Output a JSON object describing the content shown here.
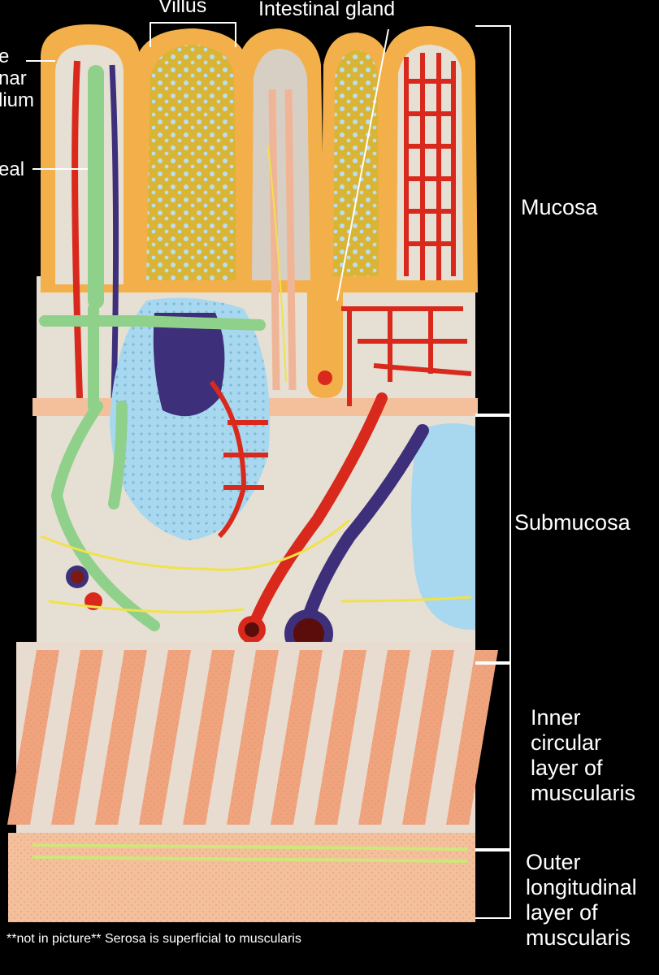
{
  "labels": {
    "villus": "Villus",
    "intestinal_gland": "Intestinal gland",
    "epithelium_frag": [
      "e",
      "nar",
      "lium"
    ],
    "lacteal_frag": "eal",
    "mucosa": "Mucosa",
    "submucosa": "Submucosa",
    "inner_layer": [
      "Inner",
      "circular",
      "layer of",
      "muscularis"
    ],
    "outer_layer": [
      "Outer",
      "longitudinal",
      "layer of",
      "muscularis"
    ],
    "footnote": "**not in picture** Serosa is superficial to muscularis"
  },
  "colors": {
    "background": "#000000",
    "epithelium": "#f3b04a",
    "villus_core": "#d9b435",
    "artery": "#d8291c",
    "vein": "#3d2f7a",
    "lymph": "#8fd08a",
    "gland": "#a8d8ef",
    "nerve": "#f0e24a",
    "connective": "#e6dfd3",
    "muscle": "#f0a47e",
    "muscle_outer": "#f4c09c"
  }
}
